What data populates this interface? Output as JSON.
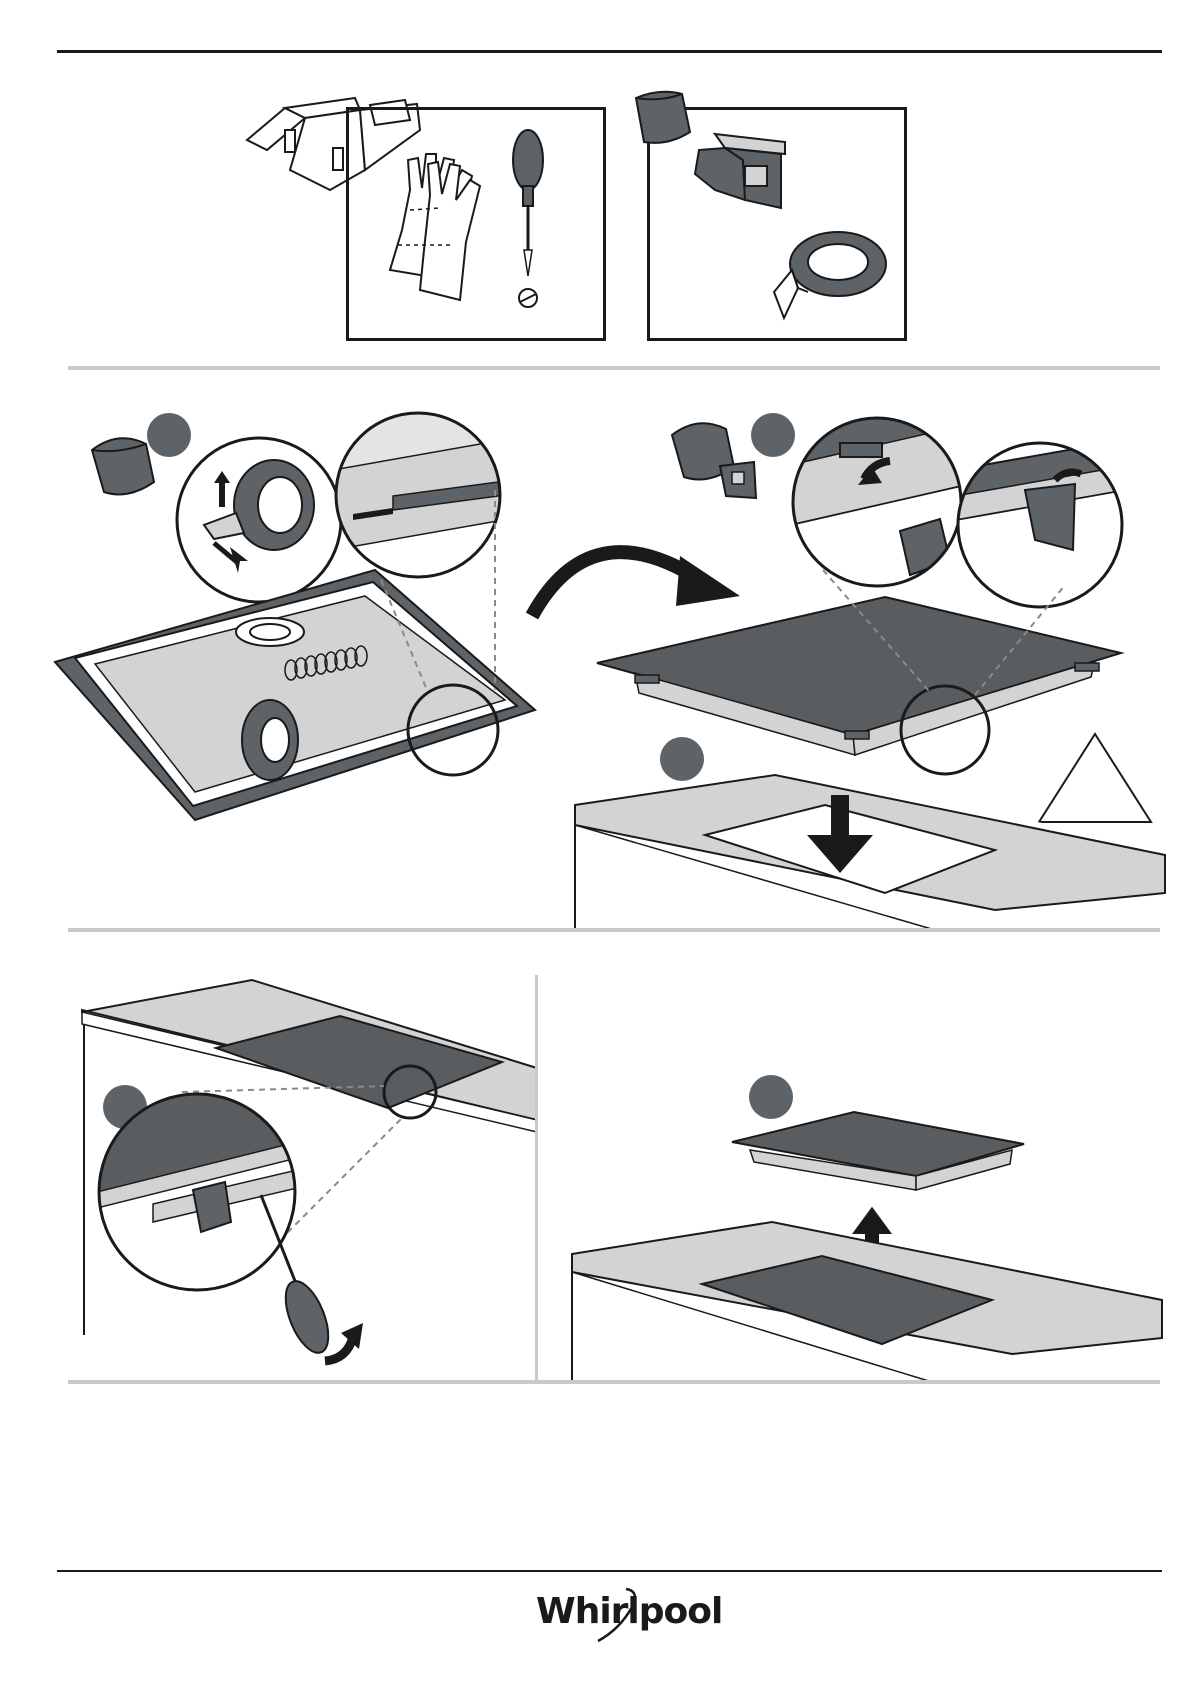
{
  "document": {
    "brand": "Whirlpool",
    "sections": [
      {
        "name": "tools-and-accessories"
      },
      {
        "name": "prepare-and-place-hob"
      },
      {
        "name": "remove-hob"
      }
    ]
  },
  "icons": [
    "toolbox-icon",
    "gloves-icon",
    "screwdriver-icon",
    "accessory-bag-icon",
    "mounting-clip-icon",
    "sealing-tape-icon",
    "warning-triangle-icon"
  ],
  "colors": {
    "rule": "#1a1a1a",
    "divider": "#c9c9c9",
    "step_badge": "#5e6367",
    "glass": "#5a5d60",
    "countertop": "#d3d3d3"
  }
}
